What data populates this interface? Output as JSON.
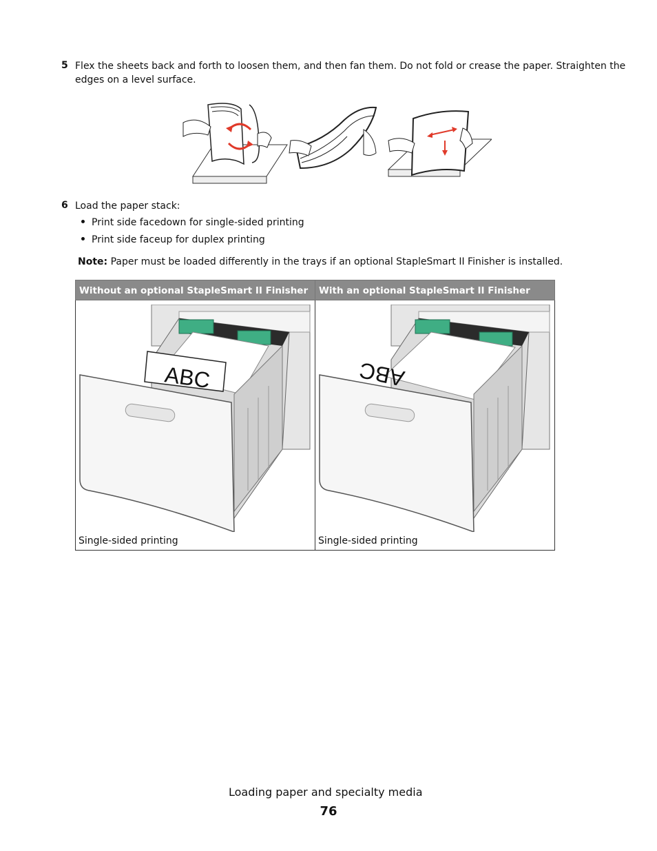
{
  "steps": [
    {
      "number": "5",
      "text_line1": "Flex the sheets back and forth to loosen them, and then fan them. Do not fold or crease the paper. Straighten the",
      "text_line2": "edges on a level surface."
    },
    {
      "number": "6",
      "text": "Load the paper stack:",
      "bullets": [
        "Print side facedown for single-sided printing",
        "Print side faceup for duplex printing"
      ],
      "note_label": "Note:",
      "note_text": "Paper must be loaded differently in the trays if an optional StapleSmart II Finisher is installed."
    }
  ],
  "table": {
    "headers": [
      "Without an optional StapleSmart II Finisher",
      "With an optional StapleSmart II Finisher"
    ],
    "captions": [
      "Single-sided printing",
      "Single-sided printing"
    ],
    "paper_labels": [
      "ABC",
      "ABC"
    ]
  },
  "footer": {
    "title": "Loading paper and specialty media",
    "page_number": "76"
  },
  "colors": {
    "header_bg": "#8a8a8a",
    "arrow_red": "#e03a2a",
    "tray_green": "#3fae84"
  }
}
